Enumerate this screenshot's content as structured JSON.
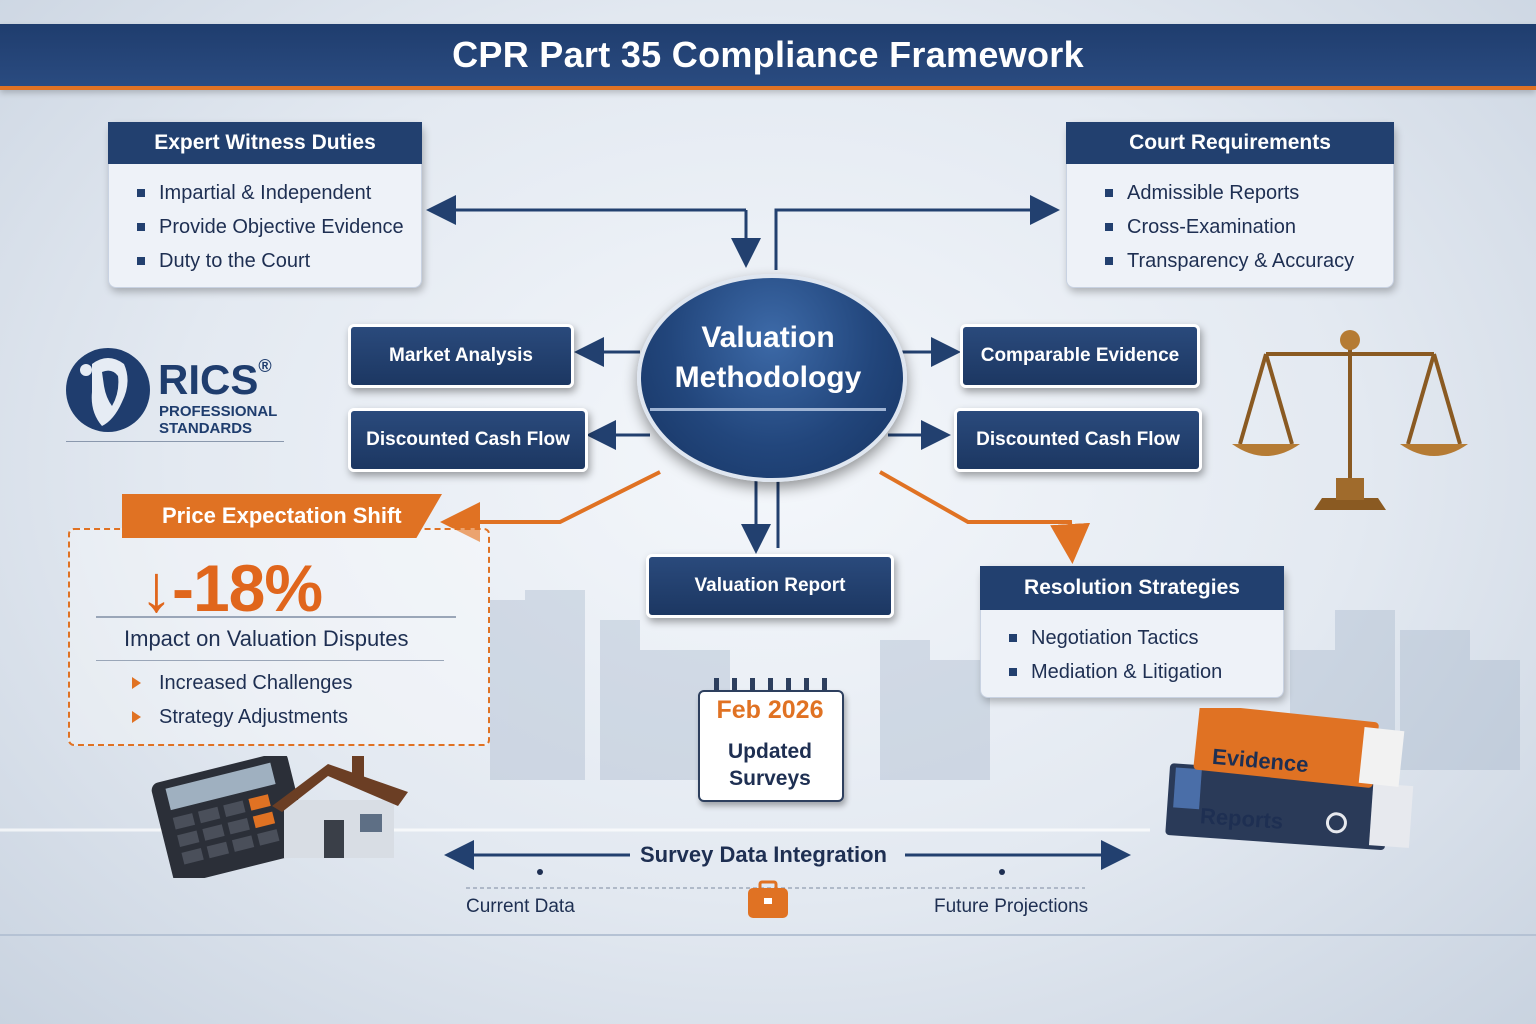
{
  "header": {
    "title": "CPR Part 35 Compliance Framework"
  },
  "expert_duties": {
    "title": "Expert Witness Duties",
    "items": [
      "Impartial & Independent",
      "Provide Objective Evidence",
      "Duty to the Court"
    ]
  },
  "court_requirements": {
    "title": "Court Requirements",
    "items": [
      "Admissible Reports",
      "Cross-Examination",
      "Transparency & Accuracy"
    ]
  },
  "center": {
    "line1": "Valuation",
    "line2": "Methodology"
  },
  "methods": {
    "market_analysis": "Market Analysis",
    "dcf_left": "Discounted Cash Flow",
    "comparable_evidence": "Comparable Evidence",
    "dcf_right": "Discounted Cash Flow",
    "valuation_report": "Valuation Report"
  },
  "rics": {
    "name": "RICS",
    "registered": "®",
    "sub1": "PROFESSIONAL",
    "sub2": "STANDARDS"
  },
  "price_shift": {
    "title": "Price Expectation Shift",
    "value": "↓-18%",
    "impact": "Impact on Valuation Disputes",
    "items": [
      "Increased Challenges",
      "Strategy Adjustments"
    ]
  },
  "resolution": {
    "title": "Resolution Strategies",
    "items": [
      "Negotiation Tactics",
      "Mediation & Litigation"
    ]
  },
  "calendar": {
    "date": "Feb 2026",
    "line1": "Updated",
    "line2": "Surveys"
  },
  "binders": {
    "top": "Evidence",
    "bottom": "Reports"
  },
  "timeline": {
    "title": "Survey Data Integration",
    "left": "Current Data",
    "right": "Future Projections"
  },
  "colors": {
    "navy": "#22406f",
    "orange": "#e07223",
    "background": "#e3e9f1"
  },
  "icons": [
    "calculator-icon",
    "house-icon",
    "scales-of-justice-icon",
    "calendar-icon",
    "binder-icon",
    "briefcase-icon",
    "rics-lion-logo"
  ]
}
